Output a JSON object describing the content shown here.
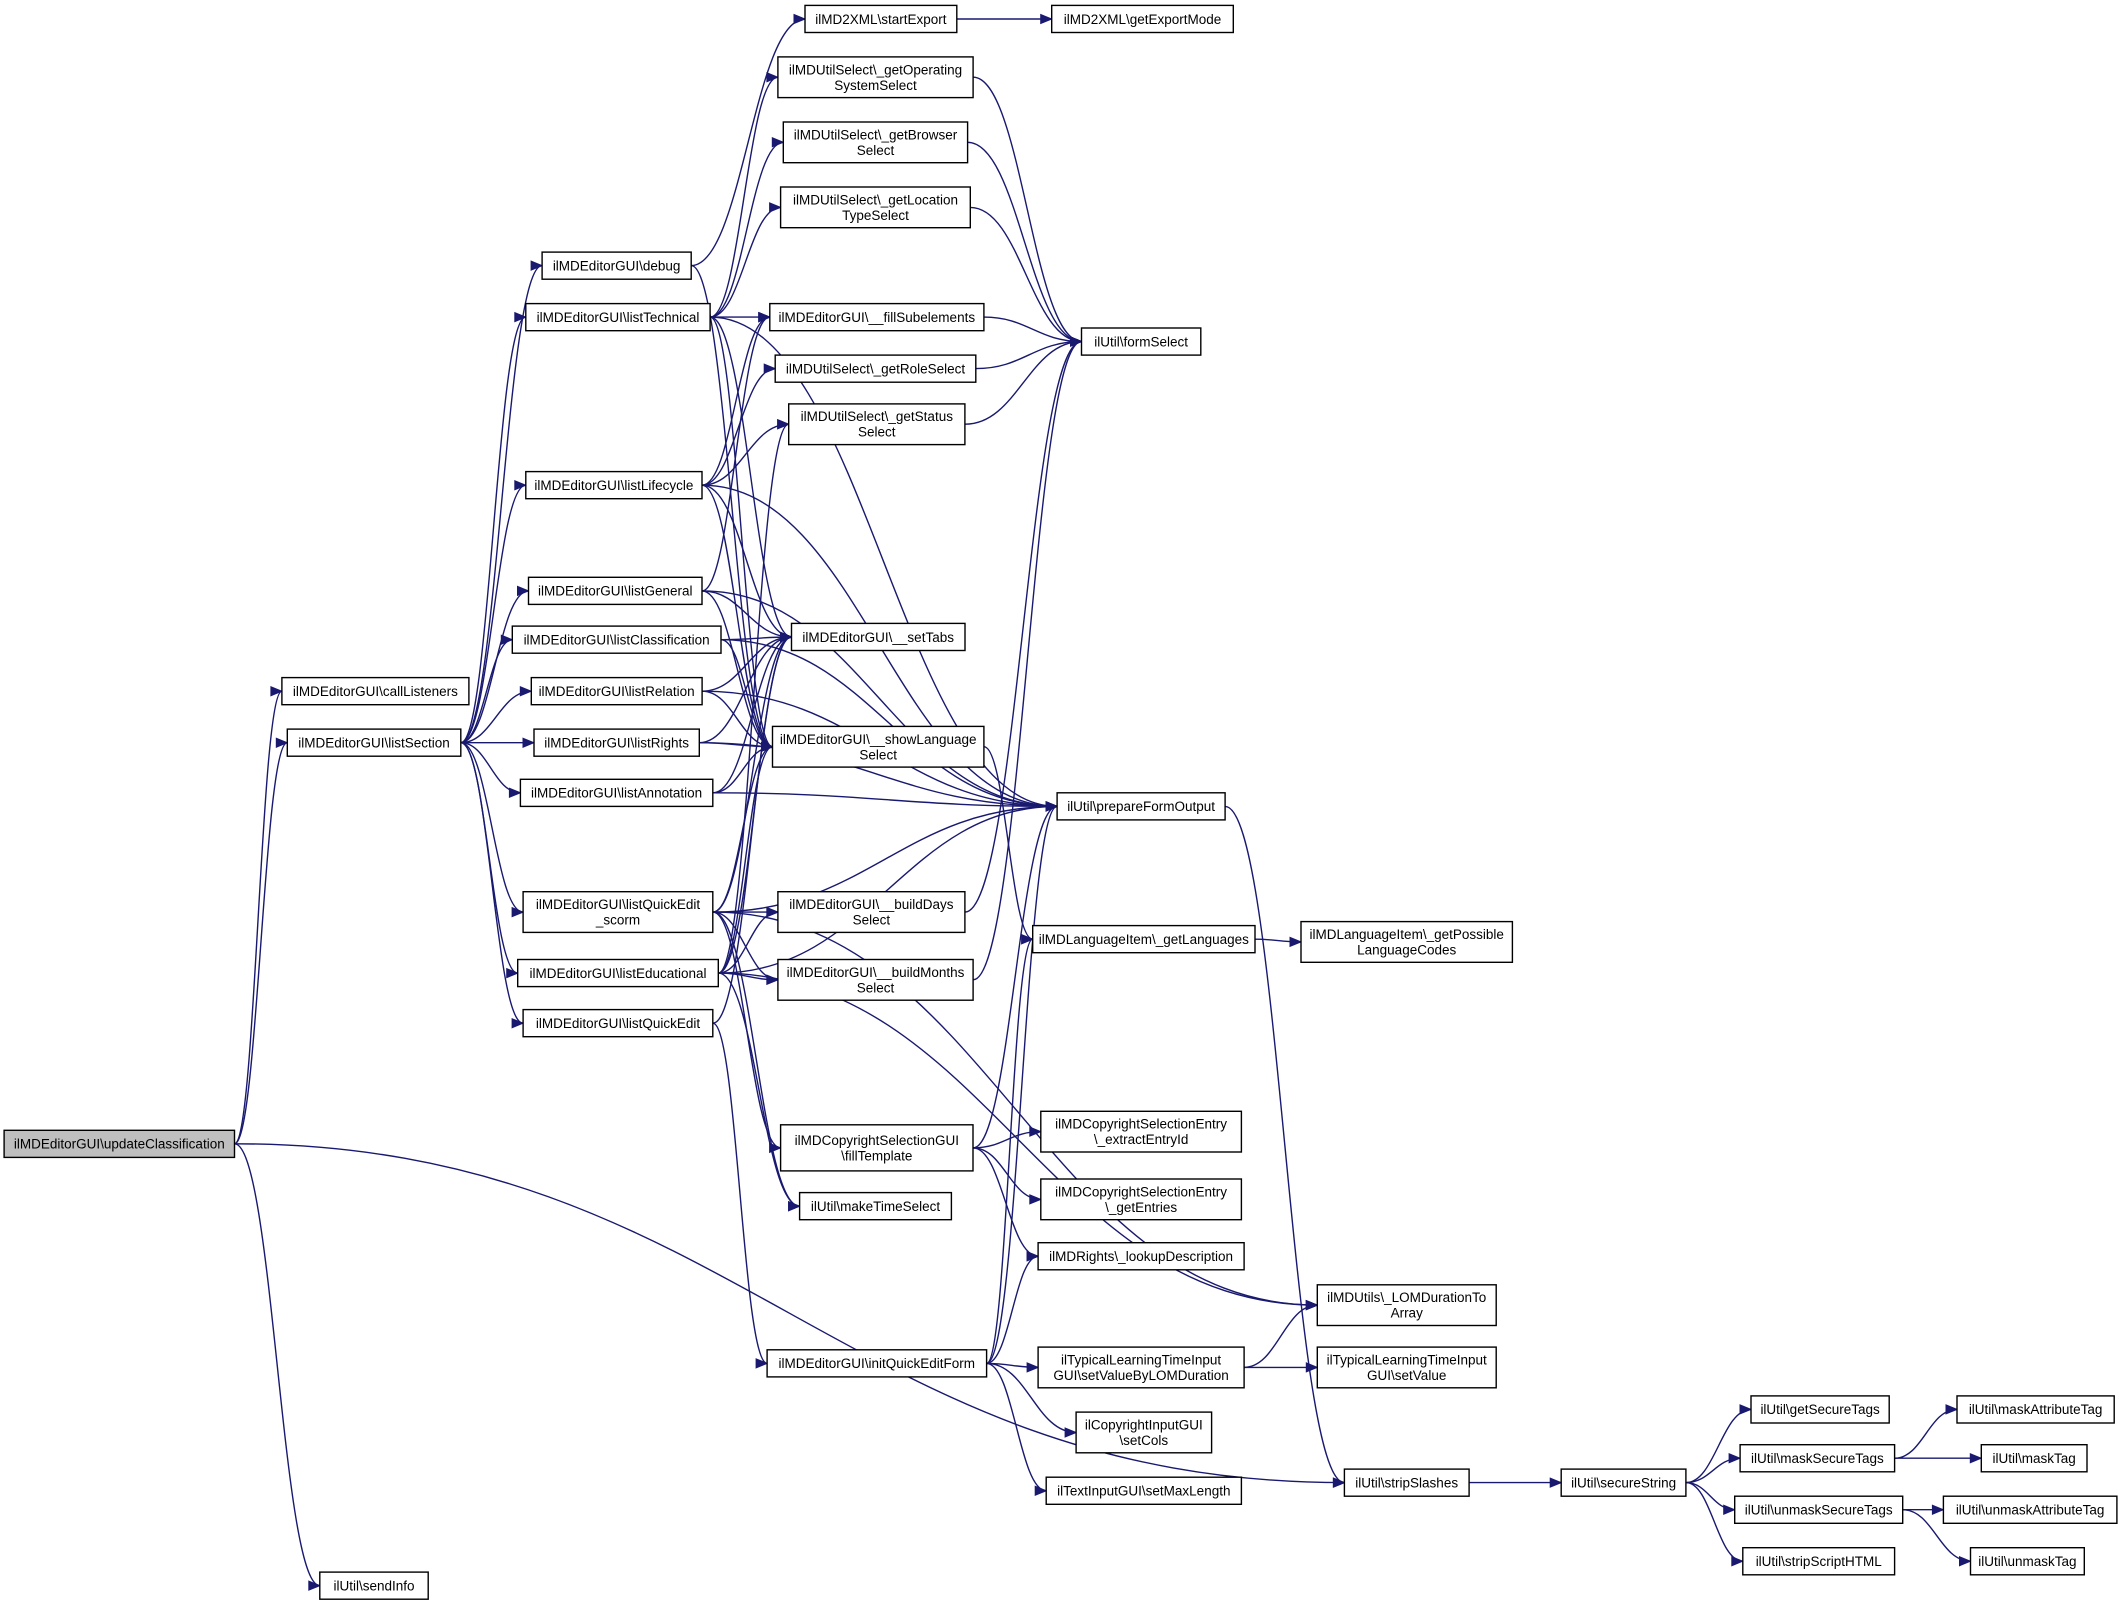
{
  "graph": {
    "nodes": [
      {
        "id": "updateClassification",
        "lines": [
          "ilMDEditorGUI\\updateClassification"
        ],
        "root": true
      },
      {
        "id": "callListeners",
        "lines": [
          "ilMDEditorGUI\\callListeners"
        ]
      },
      {
        "id": "listSection",
        "lines": [
          "ilMDEditorGUI\\listSection"
        ]
      },
      {
        "id": "sendInfo",
        "lines": [
          "ilUtil\\sendInfo"
        ]
      },
      {
        "id": "stripSlashes",
        "lines": [
          "ilUtil\\stripSlashes"
        ]
      },
      {
        "id": "debug",
        "lines": [
          "ilMDEditorGUI\\debug"
        ]
      },
      {
        "id": "listTechnical",
        "lines": [
          "ilMDEditorGUI\\listTechnical"
        ]
      },
      {
        "id": "listLifecycle",
        "lines": [
          "ilMDEditorGUI\\listLifecycle"
        ]
      },
      {
        "id": "listGeneral",
        "lines": [
          "ilMDEditorGUI\\listGeneral"
        ]
      },
      {
        "id": "listClassification",
        "lines": [
          "ilMDEditorGUI\\listClassification"
        ]
      },
      {
        "id": "listRelation",
        "lines": [
          "ilMDEditorGUI\\listRelation"
        ]
      },
      {
        "id": "listRights",
        "lines": [
          "ilMDEditorGUI\\listRights"
        ]
      },
      {
        "id": "listAnnotation",
        "lines": [
          "ilMDEditorGUI\\listAnnotation"
        ]
      },
      {
        "id": "listQuickEditScorm",
        "lines": [
          "ilMDEditorGUI\\listQuickEdit",
          "_scorm"
        ]
      },
      {
        "id": "listEducational",
        "lines": [
          "ilMDEditorGUI\\listEducational"
        ]
      },
      {
        "id": "listQuickEdit",
        "lines": [
          "ilMDEditorGUI\\listQuickEdit"
        ]
      },
      {
        "id": "startExport",
        "lines": [
          "ilMD2XML\\startExport"
        ]
      },
      {
        "id": "getExportMode",
        "lines": [
          "ilMD2XML\\getExportMode"
        ]
      },
      {
        "id": "getOperatingSystemSelect",
        "lines": [
          "ilMDUtilSelect\\_getOperating",
          "SystemSelect"
        ]
      },
      {
        "id": "getBrowserSelect",
        "lines": [
          "ilMDUtilSelect\\_getBrowser",
          "Select"
        ]
      },
      {
        "id": "getLocationTypeSelect",
        "lines": [
          "ilMDUtilSelect\\_getLocation",
          "TypeSelect"
        ]
      },
      {
        "id": "fillSubelements",
        "lines": [
          "ilMDEditorGUI\\__fillSubelements"
        ]
      },
      {
        "id": "getRoleSelect",
        "lines": [
          "ilMDUtilSelect\\_getRoleSelect"
        ]
      },
      {
        "id": "getStatusSelect",
        "lines": [
          "ilMDUtilSelect\\_getStatus",
          "Select"
        ]
      },
      {
        "id": "setTabs",
        "lines": [
          "ilMDEditorGUI\\__setTabs"
        ]
      },
      {
        "id": "showLanguageSelect",
        "lines": [
          "ilMDEditorGUI\\__showLanguage",
          "Select"
        ]
      },
      {
        "id": "buildDaysSelect",
        "lines": [
          "ilMDEditorGUI\\__buildDays",
          "Select"
        ]
      },
      {
        "id": "buildMonthsSelect",
        "lines": [
          "ilMDEditorGUI\\__buildMonths",
          "Select"
        ]
      },
      {
        "id": "fillTemplate",
        "lines": [
          "ilMDCopyrightSelectionGUI",
          "\\fillTemplate"
        ]
      },
      {
        "id": "makeTimeSelect",
        "lines": [
          "ilUtil\\makeTimeSelect"
        ]
      },
      {
        "id": "initQuickEditForm",
        "lines": [
          "ilMDEditorGUI\\initQuickEditForm"
        ]
      },
      {
        "id": "formSelect",
        "lines": [
          "ilUtil\\formSelect"
        ]
      },
      {
        "id": "prepareFormOutput",
        "lines": [
          "ilUtil\\prepareFormOutput"
        ]
      },
      {
        "id": "getLanguages",
        "lines": [
          "ilMDLanguageItem\\_getLanguages"
        ]
      },
      {
        "id": "extractEntryId",
        "lines": [
          "ilMDCopyrightSelectionEntry",
          "\\_extractEntryId"
        ]
      },
      {
        "id": "getEntries",
        "lines": [
          "ilMDCopyrightSelectionEntry",
          "\\_getEntries"
        ]
      },
      {
        "id": "lookupDescription",
        "lines": [
          "ilMDRights\\_lookupDescription"
        ]
      },
      {
        "id": "setValueByLOMDuration",
        "lines": [
          "ilTypicalLearningTimeInput",
          "GUI\\setValueByLOMDuration"
        ]
      },
      {
        "id": "setCols",
        "lines": [
          "ilCopyrightInputGUI",
          "\\setCols"
        ]
      },
      {
        "id": "setMaxLength",
        "lines": [
          "ilTextInputGUI\\setMaxLength"
        ]
      },
      {
        "id": "getPossibleLanguageCodes",
        "lines": [
          "ilMDLanguageItem\\_getPossible",
          "LanguageCodes"
        ]
      },
      {
        "id": "LOMDurationToArray",
        "lines": [
          "ilMDUtils\\_LOMDurationTo",
          "Array"
        ]
      },
      {
        "id": "setValue",
        "lines": [
          "ilTypicalLearningTimeInput",
          "GUI\\setValue"
        ]
      },
      {
        "id": "secureString",
        "lines": [
          "ilUtil\\secureString"
        ]
      },
      {
        "id": "getSecureTags",
        "lines": [
          "ilUtil\\getSecureTags"
        ]
      },
      {
        "id": "maskSecureTags",
        "lines": [
          "ilUtil\\maskSecureTags"
        ]
      },
      {
        "id": "unmaskSecureTags",
        "lines": [
          "ilUtil\\unmaskSecureTags"
        ]
      },
      {
        "id": "stripScriptHTML",
        "lines": [
          "ilUtil\\stripScriptHTML"
        ]
      },
      {
        "id": "maskAttributeTag",
        "lines": [
          "ilUtil\\maskAttributeTag"
        ]
      },
      {
        "id": "maskTag",
        "lines": [
          "ilUtil\\maskTag"
        ]
      },
      {
        "id": "unmaskAttributeTag",
        "lines": [
          "ilUtil\\unmaskAttributeTag"
        ]
      },
      {
        "id": "unmaskTag",
        "lines": [
          "ilUtil\\unmaskTag"
        ]
      }
    ],
    "edges": [
      {
        "from": "updateClassification",
        "to": "callListeners"
      },
      {
        "from": "updateClassification",
        "to": "listSection"
      },
      {
        "from": "updateClassification",
        "to": "sendInfo"
      },
      {
        "from": "updateClassification",
        "to": "stripSlashes"
      },
      {
        "from": "listSection",
        "to": "debug"
      },
      {
        "from": "listSection",
        "to": "listTechnical"
      },
      {
        "from": "listSection",
        "to": "listLifecycle"
      },
      {
        "from": "listSection",
        "to": "listGeneral"
      },
      {
        "from": "listSection",
        "to": "listClassification"
      },
      {
        "from": "listSection",
        "to": "listRelation"
      },
      {
        "from": "listSection",
        "to": "listRights"
      },
      {
        "from": "listSection",
        "to": "listAnnotation"
      },
      {
        "from": "listSection",
        "to": "listQuickEditScorm"
      },
      {
        "from": "listSection",
        "to": "listEducational"
      },
      {
        "from": "listSection",
        "to": "listQuickEdit"
      },
      {
        "from": "debug",
        "to": "startExport"
      },
      {
        "from": "debug",
        "to": "showLanguageSelect"
      },
      {
        "from": "startExport",
        "to": "getExportMode"
      },
      {
        "from": "listTechnical",
        "to": "getOperatingSystemSelect"
      },
      {
        "from": "listTechnical",
        "to": "getBrowserSelect"
      },
      {
        "from": "listTechnical",
        "to": "getLocationTypeSelect"
      },
      {
        "from": "listTechnical",
        "to": "fillSubelements"
      },
      {
        "from": "listTechnical",
        "to": "setTabs"
      },
      {
        "from": "listTechnical",
        "to": "showLanguageSelect"
      },
      {
        "from": "listTechnical",
        "to": "prepareFormOutput"
      },
      {
        "from": "listLifecycle",
        "to": "fillSubelements"
      },
      {
        "from": "listLifecycle",
        "to": "getRoleSelect"
      },
      {
        "from": "listLifecycle",
        "to": "getStatusSelect"
      },
      {
        "from": "listLifecycle",
        "to": "setTabs"
      },
      {
        "from": "listLifecycle",
        "to": "showLanguageSelect"
      },
      {
        "from": "listLifecycle",
        "to": "prepareFormOutput"
      },
      {
        "from": "listGeneral",
        "to": "fillSubelements"
      },
      {
        "from": "listGeneral",
        "to": "setTabs"
      },
      {
        "from": "listGeneral",
        "to": "showLanguageSelect"
      },
      {
        "from": "listGeneral",
        "to": "prepareFormOutput"
      },
      {
        "from": "listClassification",
        "to": "setTabs"
      },
      {
        "from": "listClassification",
        "to": "showLanguageSelect"
      },
      {
        "from": "listClassification",
        "to": "prepareFormOutput"
      },
      {
        "from": "listRelation",
        "to": "setTabs"
      },
      {
        "from": "listRelation",
        "to": "showLanguageSelect"
      },
      {
        "from": "listRelation",
        "to": "prepareFormOutput"
      },
      {
        "from": "listRights",
        "to": "setTabs"
      },
      {
        "from": "listRights",
        "to": "showLanguageSelect"
      },
      {
        "from": "listRights",
        "to": "prepareFormOutput"
      },
      {
        "from": "listAnnotation",
        "to": "setTabs"
      },
      {
        "from": "listAnnotation",
        "to": "showLanguageSelect"
      },
      {
        "from": "listAnnotation",
        "to": "prepareFormOutput"
      },
      {
        "from": "listQuickEditScorm",
        "to": "setTabs"
      },
      {
        "from": "listQuickEditScorm",
        "to": "showLanguageSelect"
      },
      {
        "from": "listQuickEditScorm",
        "to": "buildDaysSelect"
      },
      {
        "from": "listQuickEditScorm",
        "to": "buildMonthsSelect"
      },
      {
        "from": "listQuickEditScorm",
        "to": "fillTemplate"
      },
      {
        "from": "listQuickEditScorm",
        "to": "makeTimeSelect"
      },
      {
        "from": "listQuickEditScorm",
        "to": "LOMDurationToArray"
      },
      {
        "from": "listQuickEditScorm",
        "to": "prepareFormOutput"
      },
      {
        "from": "listEducational",
        "to": "setTabs"
      },
      {
        "from": "listEducational",
        "to": "showLanguageSelect"
      },
      {
        "from": "listEducational",
        "to": "buildDaysSelect"
      },
      {
        "from": "listEducational",
        "to": "buildMonthsSelect"
      },
      {
        "from": "listEducational",
        "to": "makeTimeSelect"
      },
      {
        "from": "listEducational",
        "to": "LOMDurationToArray"
      },
      {
        "from": "listEducational",
        "to": "getStatusSelect"
      },
      {
        "from": "listEducational",
        "to": "prepareFormOutput"
      },
      {
        "from": "listQuickEdit",
        "to": "setTabs"
      },
      {
        "from": "listQuickEdit",
        "to": "initQuickEditForm"
      },
      {
        "from": "getOperatingSystemSelect",
        "to": "formSelect"
      },
      {
        "from": "getBrowserSelect",
        "to": "formSelect"
      },
      {
        "from": "getLocationTypeSelect",
        "to": "formSelect"
      },
      {
        "from": "fillSubelements",
        "to": "formSelect"
      },
      {
        "from": "getRoleSelect",
        "to": "formSelect"
      },
      {
        "from": "getStatusSelect",
        "to": "formSelect"
      },
      {
        "from": "buildDaysSelect",
        "to": "formSelect"
      },
      {
        "from": "buildMonthsSelect",
        "to": "formSelect"
      },
      {
        "from": "showLanguageSelect",
        "to": "getLanguages"
      },
      {
        "from": "fillTemplate",
        "to": "prepareFormOutput"
      },
      {
        "from": "fillTemplate",
        "to": "extractEntryId"
      },
      {
        "from": "fillTemplate",
        "to": "getEntries"
      },
      {
        "from": "fillTemplate",
        "to": "lookupDescription"
      },
      {
        "from": "initQuickEditForm",
        "to": "getLanguages"
      },
      {
        "from": "initQuickEditForm",
        "to": "lookupDescription"
      },
      {
        "from": "initQuickEditForm",
        "to": "setValueByLOMDuration"
      },
      {
        "from": "initQuickEditForm",
        "to": "setCols"
      },
      {
        "from": "initQuickEditForm",
        "to": "setMaxLength"
      },
      {
        "from": "initQuickEditForm",
        "to": "prepareFormOutput"
      },
      {
        "from": "prepareFormOutput",
        "to": "stripSlashes"
      },
      {
        "from": "getLanguages",
        "to": "getPossibleLanguageCodes"
      },
      {
        "from": "setValueByLOMDuration",
        "to": "LOMDurationToArray"
      },
      {
        "from": "setValueByLOMDuration",
        "to": "setValue"
      },
      {
        "from": "stripSlashes",
        "to": "secureString"
      },
      {
        "from": "secureString",
        "to": "getSecureTags"
      },
      {
        "from": "secureString",
        "to": "maskSecureTags"
      },
      {
        "from": "secureString",
        "to": "unmaskSecureTags"
      },
      {
        "from": "secureString",
        "to": "stripScriptHTML"
      },
      {
        "from": "maskSecureTags",
        "to": "maskAttributeTag"
      },
      {
        "from": "maskSecureTags",
        "to": "maskTag"
      },
      {
        "from": "unmaskSecureTags",
        "to": "unmaskAttributeTag"
      },
      {
        "from": "unmaskSecureTags",
        "to": "unmaskTag"
      }
    ]
  }
}
